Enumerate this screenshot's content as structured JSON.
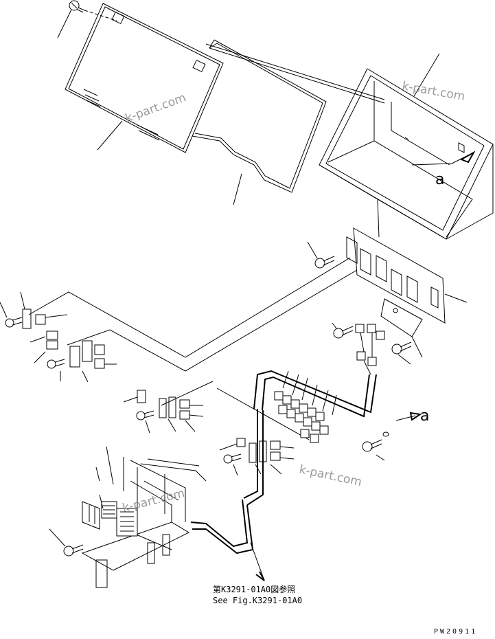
{
  "watermarks": [
    "k-part.com",
    "k-part.com",
    "k-part.com",
    "k-part.com"
  ],
  "view_labels": [
    "a",
    "a"
  ],
  "reference": {
    "japanese": "第K3291-01A0図参照",
    "english": "See Fig.K3291-01A0"
  },
  "drawing_code": "PW20911"
}
